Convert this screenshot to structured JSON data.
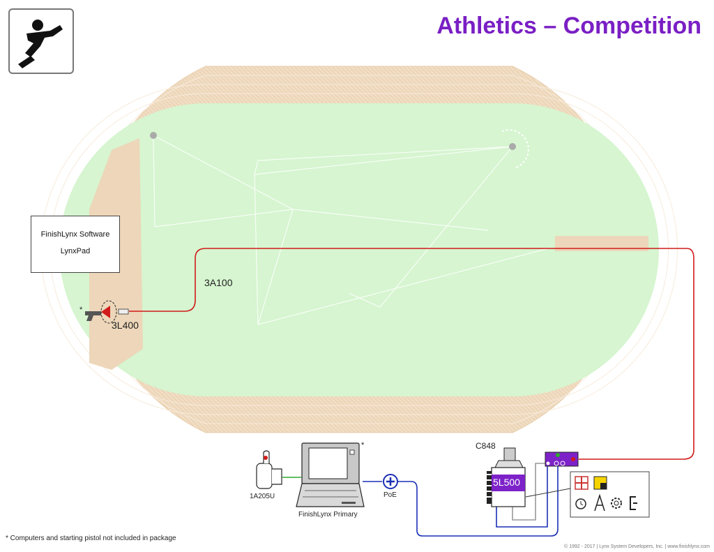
{
  "title": "Athletics – Competition",
  "software_box": {
    "line1": "FinishLynx Software",
    "line2": "LynxPad"
  },
  "labels": {
    "cable_3a100": "3A100",
    "sensor_3l400": "3L400",
    "camera_model": "C848",
    "camera_body": "5L500",
    "handheld": "1A205U",
    "computer": "FinishLynx Primary",
    "poe": "PoE",
    "asterisk": "*"
  },
  "footnote": "* Computers and starting pistol not included in package",
  "copyright": "© 1992 - 2017 | Lynx System Developers, Inc. | www.finishlynx.com",
  "colors": {
    "title": "#7a1fc4",
    "track": "#edd6b9",
    "infield": "#d6f5d0",
    "red_cable": "#d11a1a",
    "blue_cable": "#1a2fb5",
    "green_cable": "#2ea82e",
    "purple": "#7d22c9"
  },
  "icons": [
    "runner-logo-icon",
    "starting-pistol-icon",
    "laptop-icon",
    "thumb-button-icon",
    "camera-icon",
    "poe-icon",
    "junction-box-icon",
    "options-panel-icon"
  ]
}
